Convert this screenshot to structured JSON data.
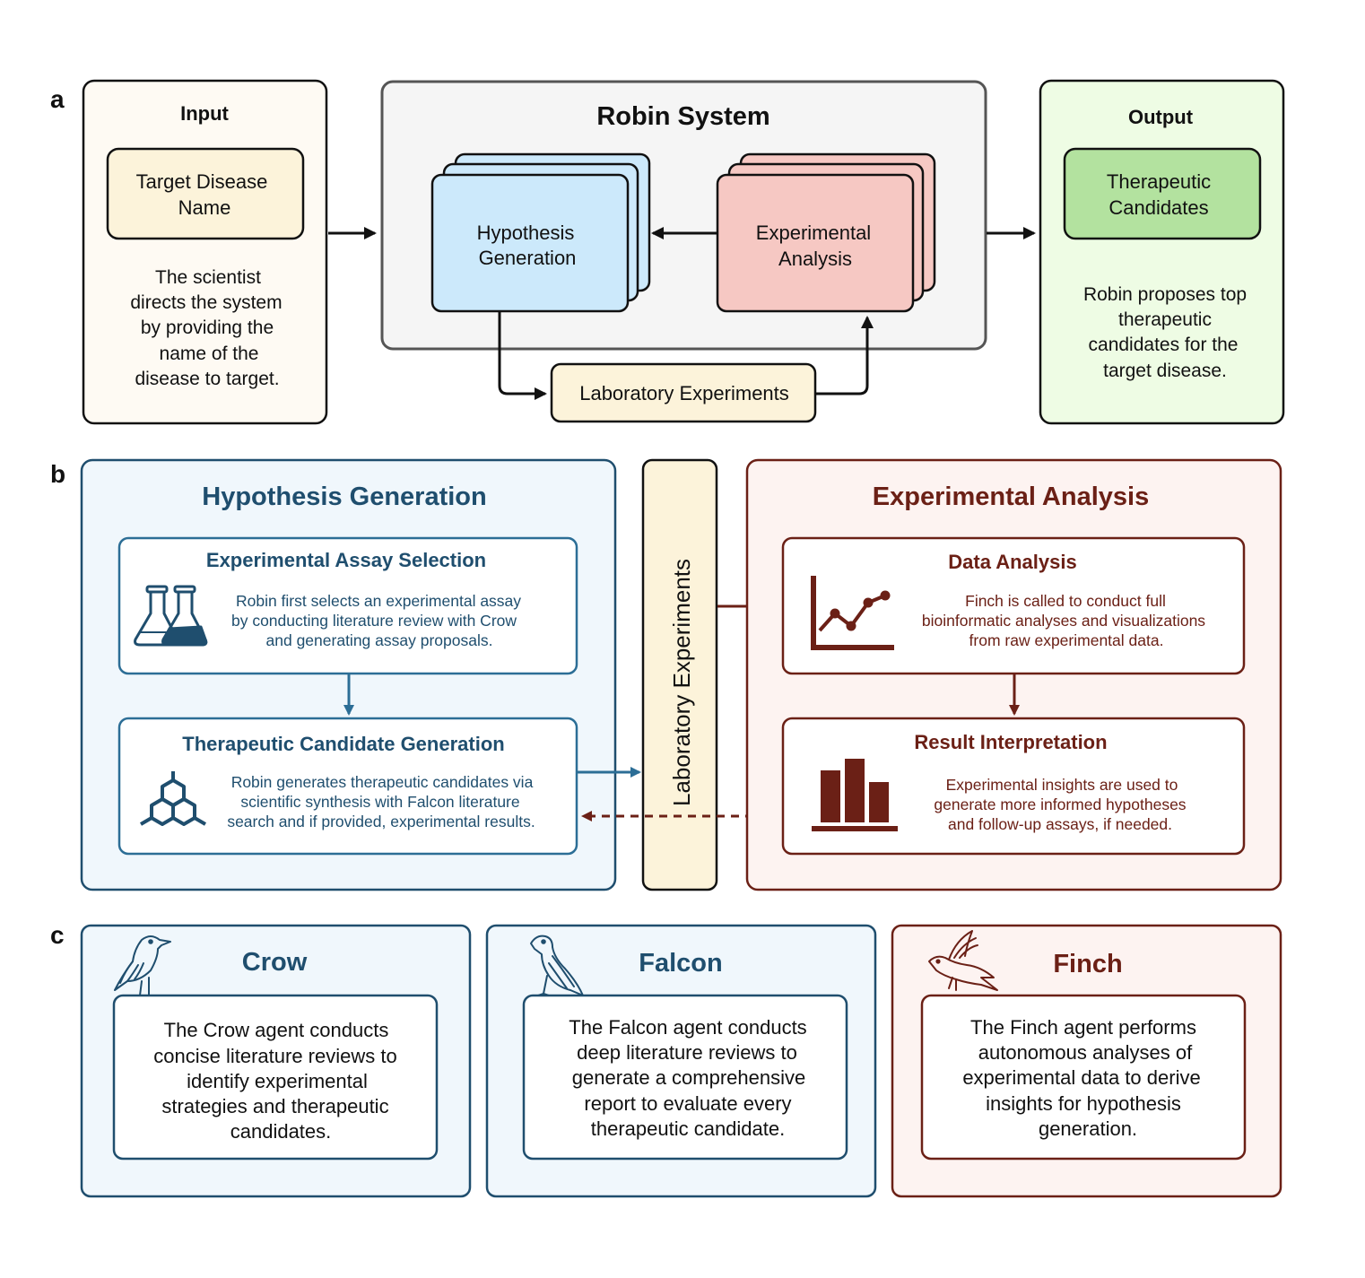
{
  "panel_labels": {
    "a": "a",
    "b": "b",
    "c": "c"
  },
  "panel_a": {
    "input": {
      "title": "Input",
      "box": [
        "Target Disease",
        "Name"
      ],
      "desc": [
        "The scientist",
        "directs the system",
        "by providing the",
        "name of the",
        "disease to target."
      ]
    },
    "system": {
      "title": "Robin System",
      "hypothesis": [
        "Hypothesis",
        "Generation"
      ],
      "analysis": [
        "Experimental",
        "Analysis"
      ],
      "lab": "Laboratory Experiments"
    },
    "output": {
      "title": "Output",
      "box": [
        "Therapeutic",
        "Candidates"
      ],
      "desc": [
        "Robin proposes top",
        "therapeutic",
        "candidates for the",
        "target disease."
      ]
    }
  },
  "panel_b": {
    "hypothesis": {
      "title": "Hypothesis Generation",
      "assay": {
        "title": "Experimental Assay Selection",
        "desc": [
          "Robin first selects an experimental assay",
          "by conducting literature review with Crow",
          "and generating assay proposals."
        ]
      },
      "candidate": {
        "title": "Therapeutic Candidate Generation",
        "desc": [
          "Robin generates therapeutic candidates via",
          "scientific synthesis with Falcon literature",
          "search and if provided, experimental results."
        ]
      }
    },
    "lab": "Laboratory Experiments",
    "analysis": {
      "title": "Experimental Analysis",
      "data": {
        "title": "Data Analysis",
        "desc": [
          "Finch is called to conduct full",
          "bioinformatic analyses and visualizations",
          "from raw experimental data."
        ]
      },
      "result": {
        "title": "Result Interpretation",
        "desc": [
          "Experimental insights are used to",
          "generate more informed hypotheses",
          "and follow-up assays, if needed."
        ]
      }
    }
  },
  "panel_c": {
    "crow": {
      "title": "Crow",
      "desc": [
        "The Crow agent conducts",
        "concise literature reviews to",
        "identify experimental",
        "strategies and therapeutic",
        "candidates."
      ]
    },
    "falcon": {
      "title": "Falcon",
      "desc": [
        "The Falcon agent conducts",
        "deep literature reviews to",
        "generate a comprehensive",
        "report to evaluate every",
        "therapeutic candidate."
      ]
    },
    "finch": {
      "title": "Finch",
      "desc": [
        "The Finch agent performs",
        "autonomous analyses of",
        "experimental data to derive",
        "insights for hypothesis",
        "generation."
      ]
    }
  },
  "colors": {
    "blue_dark": "#1f4e6e",
    "blue_fill": "#f0f7fc",
    "blue_card": "#cce9fb",
    "red_dark": "#6b2016",
    "red_fill": "#fdf3f1",
    "red_card": "#f6c8c3",
    "yellow_fill": "#fcf3da",
    "green_fill": "#eefce4",
    "green_card": "#b3e29f",
    "cream_fill": "#fefaf3",
    "gray_fill": "#f5f5f5"
  }
}
